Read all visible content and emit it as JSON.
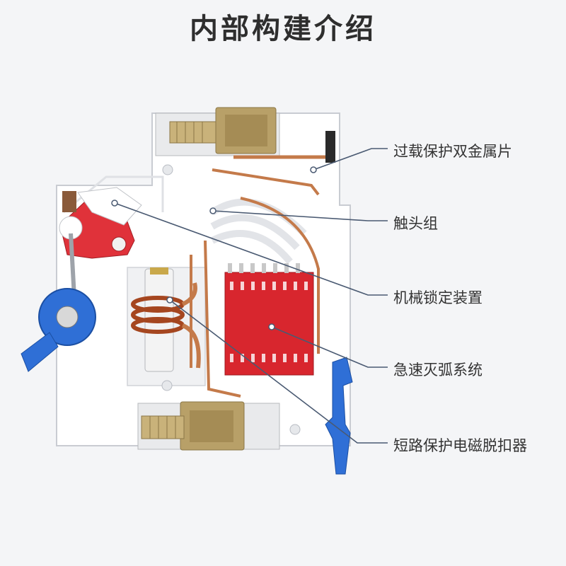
{
  "title": "内部构建介绍",
  "labels": [
    {
      "id": "bimetal",
      "text": "过载保护双金属片"
    },
    {
      "id": "contacts",
      "text": "触头组"
    },
    {
      "id": "mechanism",
      "text": "机械锁定装置"
    },
    {
      "id": "arc",
      "text": "急速灭弧系统"
    },
    {
      "id": "trip",
      "text": "短路保护电磁脱扣器"
    }
  ],
  "colors": {
    "background": "#f4f5f7",
    "housing": "#ffffff",
    "arc_chute": "#d8262e",
    "handle_red": "#e0323a",
    "knob_blue": "#2f6fd6",
    "copper": "#c47a4a",
    "brass": "#b8a068",
    "leader_line": "#4a5a72"
  }
}
